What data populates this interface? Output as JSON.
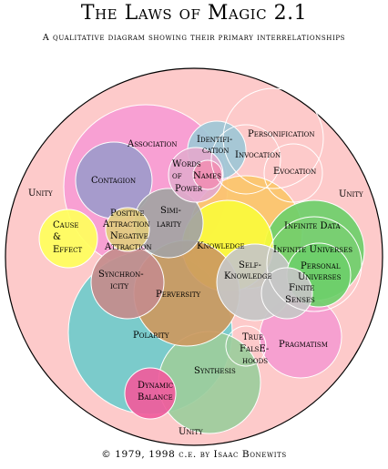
{
  "header": {
    "title": "The Laws of Magic 2.1",
    "subtitle": "A qualitative diagram showing their primary interrelationships"
  },
  "footer": {
    "copyright": "© 1979, 1998 c.e. by Isaac Bonewits"
  },
  "colors": {
    "outer": "#fdc6c6",
    "association": "#f79cd4",
    "contagion": "#9e9acb",
    "identification": "#9ec7d6",
    "names": "#f08fb4",
    "words_of_power": "#e3a9cd",
    "cause_effect": "#ffff5c",
    "positive_attraction": "#e2cc7f",
    "similarity": "#a3a3a3",
    "knowledge": "#fafa3c",
    "infinite_data": "#6ecf6a",
    "synchronicity": "#c48c8c",
    "perversity": "#cc9960",
    "polarity": "#70cbcb",
    "pragmatism": "#f59cd0",
    "self_knowledge": "#c6c6c6",
    "synthesis": "#9ccd9c",
    "dynamic_balance": "#f05c9c",
    "orange_region": "#fbc66a",
    "outline": "#000000",
    "faint": "#ffffff"
  },
  "labels": {
    "association": "Association",
    "identification_1": "Identifi-",
    "identification_2": "cation",
    "personification": "Personification",
    "invocation": "Invocation",
    "evocation": "Evocation",
    "words_1": "Words",
    "words_2": "of",
    "words_3": "Power",
    "names": "Names",
    "contagion": "Contagion",
    "unity_left": "Unity",
    "unity_right": "Unity",
    "unity_bottom": "Unity",
    "cause_1": "Cause",
    "cause_2": "&",
    "cause_3": "Effect",
    "positive_1": "Positive",
    "positive_2": "Attraction",
    "negative_1": "Negative",
    "negative_2": "Attraction",
    "similarity_1": "Simi-",
    "similarity_2": "larity",
    "knowledge": "Knowledge",
    "infinite_data": "Infinite Data",
    "infinite_universes": "Infinite Universes",
    "personal_1": "Personal",
    "personal_2": "Universes",
    "finite_1": "Finite",
    "finite_2": "Senses",
    "self_1": "Self-",
    "self_2": "Knowledge",
    "synchronicity_1": "Synchron-",
    "synchronicity_2": "icity",
    "perversity": "Perversity",
    "polarity": "Polarity",
    "true_1": "True",
    "true_2": "FalsE-",
    "true_3": "hoods",
    "pragmatism": "Pragmatism",
    "synthesis": "Synthesis",
    "dynamic_1": "Dynamic",
    "dynamic_2": "Balance"
  }
}
